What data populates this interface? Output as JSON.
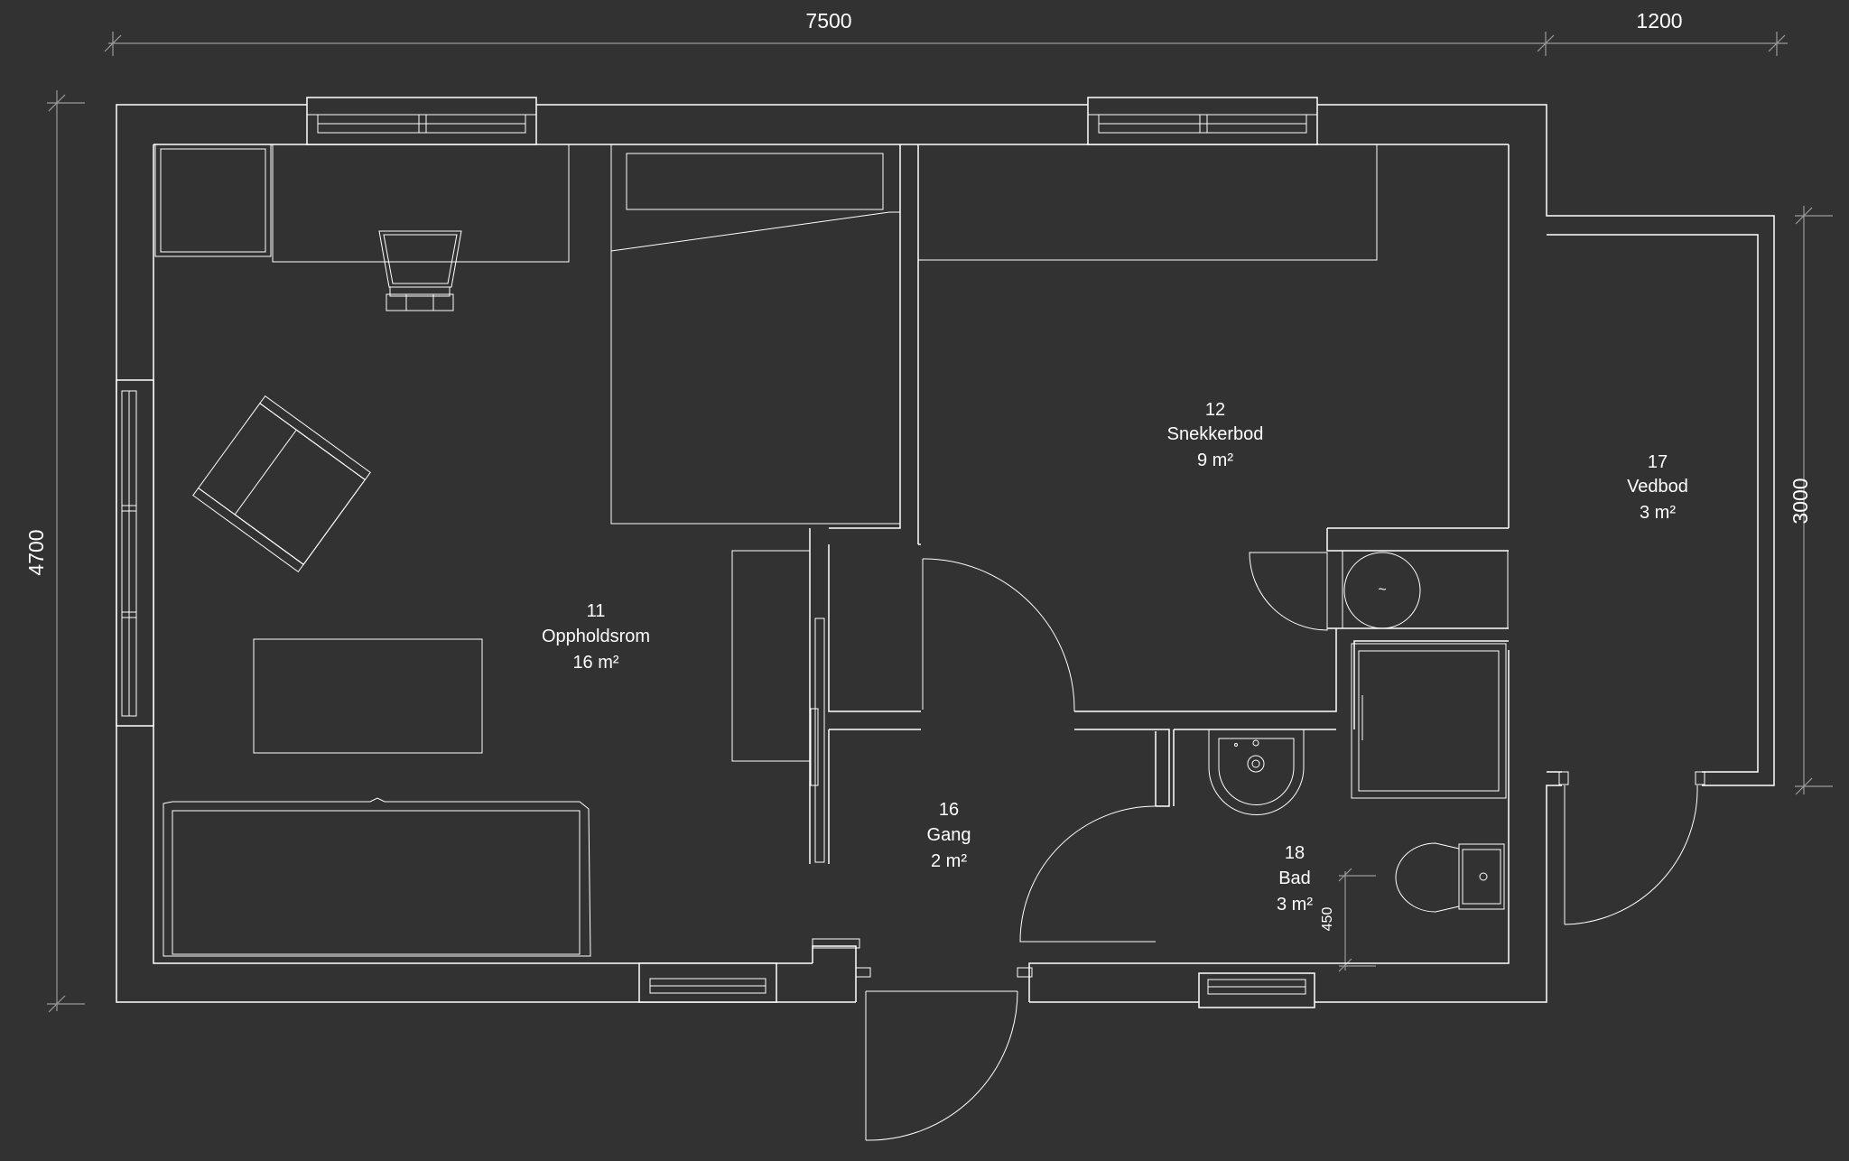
{
  "rooms": [
    {
      "number": "11",
      "name": "Oppholdsrom",
      "area": "16 m²"
    },
    {
      "number": "12",
      "name": "Snekkerbod",
      "area": "9 m²"
    },
    {
      "number": "17",
      "name": "Vedbod",
      "area": "3 m²"
    },
    {
      "number": "16",
      "name": "Gang",
      "area": "2 m²"
    },
    {
      "number": "18",
      "name": "Bad",
      "area": "3 m²"
    }
  ],
  "dimensions": {
    "top_main": "7500",
    "top_side": "1200",
    "left": "4700",
    "right": "3000",
    "toilet_clearance": "450"
  },
  "icons": {
    "tub_symbol": "~"
  }
}
